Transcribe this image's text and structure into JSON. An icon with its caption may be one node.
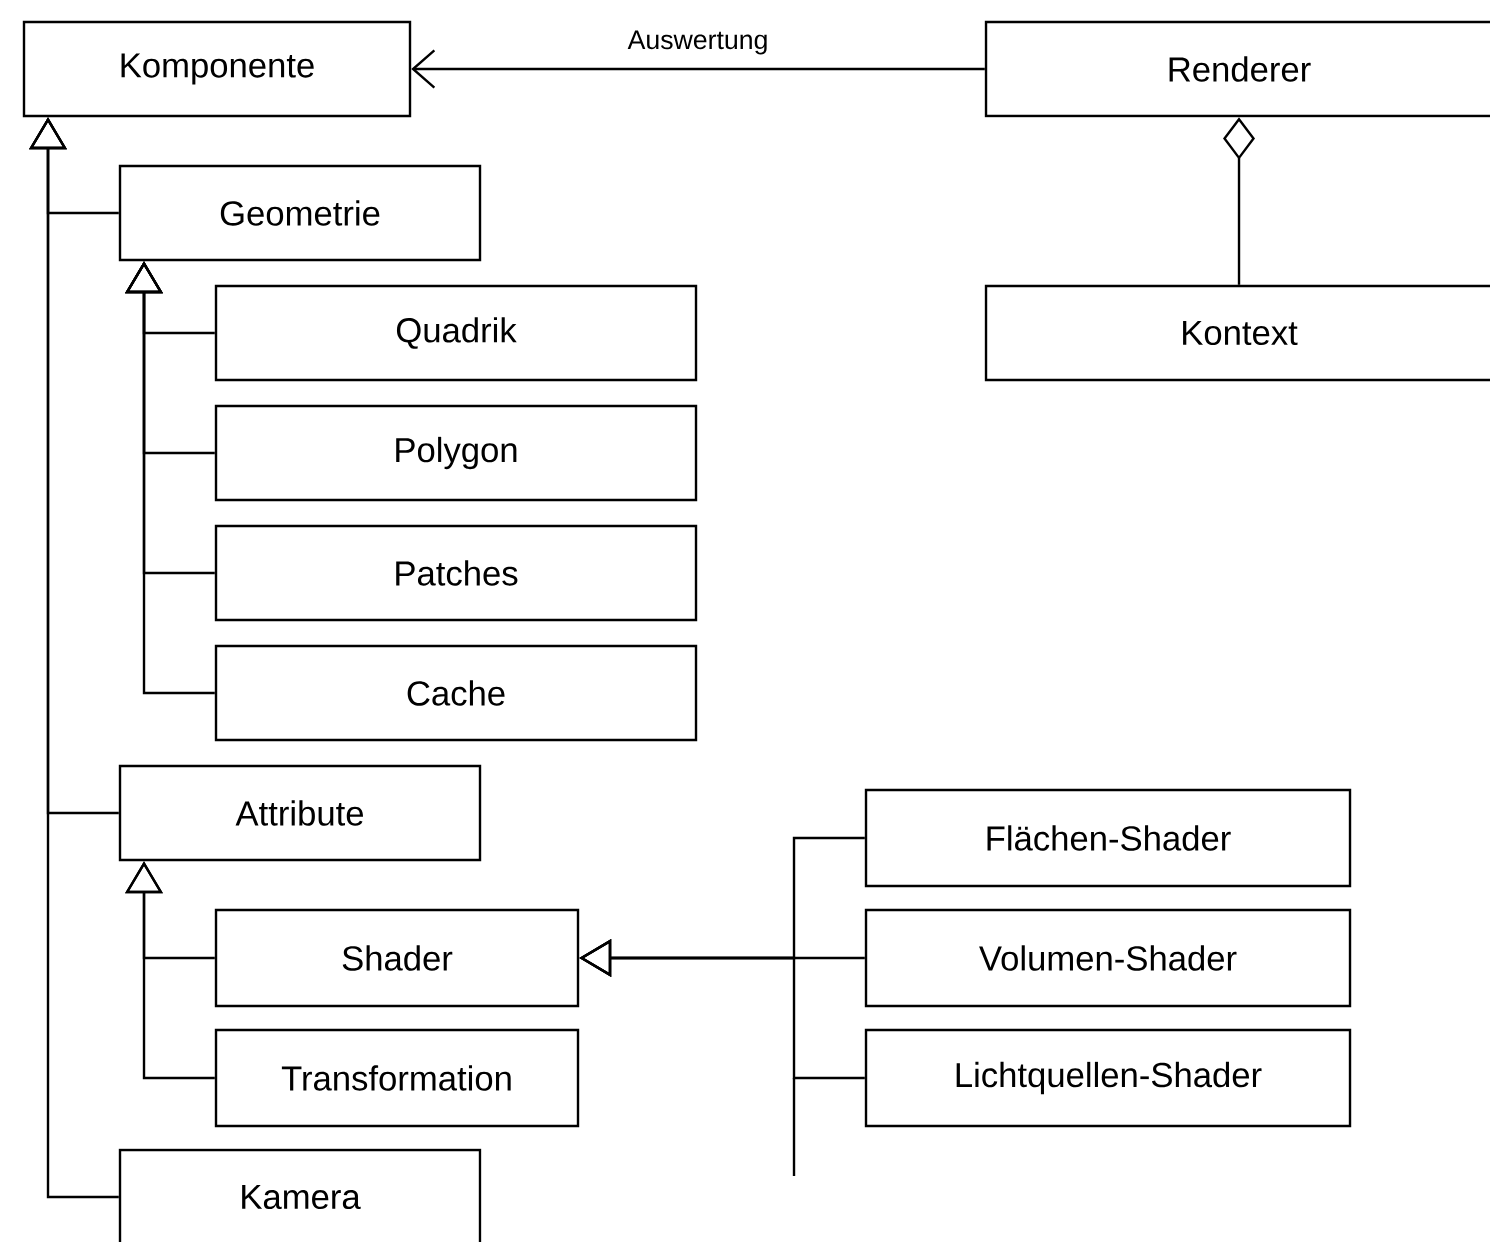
{
  "diagram": {
    "nodes": [
      {
        "text": [
          "Komponente"
        ]
      },
      {
        "text": [
          "Renderer"
        ]
      },
      {
        "text": [
          "Kontext"
        ]
      },
      {
        "text": [
          "Geometrie"
        ]
      },
      {
        "text": [
          "Quadrik"
        ]
      },
      {
        "text": [
          "Polygon"
        ]
      },
      {
        "text": [
          "Patches"
        ]
      },
      {
        "text": [
          "Cache"
        ]
      },
      {
        "text": [
          "Attribute"
        ]
      },
      {
        "text": [
          "Shader"
        ]
      },
      {
        "text": [
          "Transformation"
        ]
      },
      {
        "text": [
          "Kamera"
        ]
      },
      {
        "text": [
          "Flächen-Shader"
        ]
      },
      {
        "text": [
          "Volumen-Shader"
        ]
      },
      {
        "text": [
          "Lichtquellen-Shader"
        ]
      }
    ],
    "edges": [
      {
        "from": 1,
        "to": 0,
        "arrow": "to",
        "label": "Auswertung"
      },
      {
        "from": 2,
        "to": 1,
        "arrow": "other"
      },
      {
        "from": 3,
        "to": 0,
        "arrow": "to"
      },
      {
        "from": 8,
        "to": 0,
        "arrow": "to"
      },
      {
        "from": 11,
        "to": 0,
        "arrow": "to"
      },
      {
        "from": 4,
        "to": 3,
        "arrow": "to"
      },
      {
        "from": 5,
        "to": 3,
        "arrow": "to"
      },
      {
        "from": 6,
        "to": 3,
        "arrow": "to"
      },
      {
        "from": 7,
        "to": 3,
        "arrow": "to"
      },
      {
        "from": 9,
        "to": 8,
        "arrow": "to"
      },
      {
        "from": 10,
        "to": 8,
        "arrow": "to"
      },
      {
        "from": 12,
        "to": 9,
        "arrow": "to"
      },
      {
        "from": 13,
        "to": 9,
        "arrow": "to"
      },
      {
        "from": 14,
        "to": 9,
        "arrow": "to"
      }
    ]
  }
}
